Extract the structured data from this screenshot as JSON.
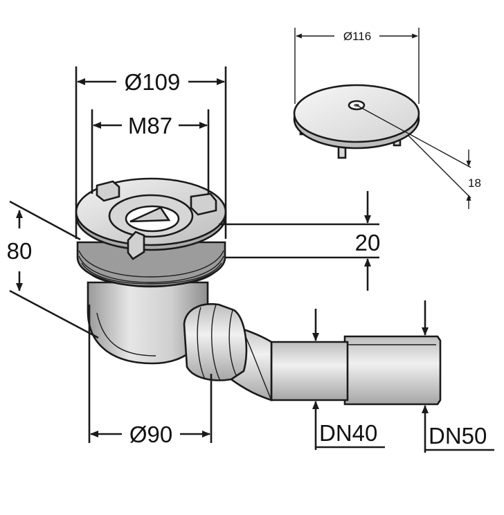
{
  "dimensions": {
    "d_outer": "Ø109",
    "thread": "M87",
    "height_total": "80",
    "flange_height": "20",
    "d_body": "Ø90",
    "d_cover": "Ø116",
    "cover_height": "18",
    "outlet_small": "DN40",
    "outlet_large": "DN50"
  }
}
